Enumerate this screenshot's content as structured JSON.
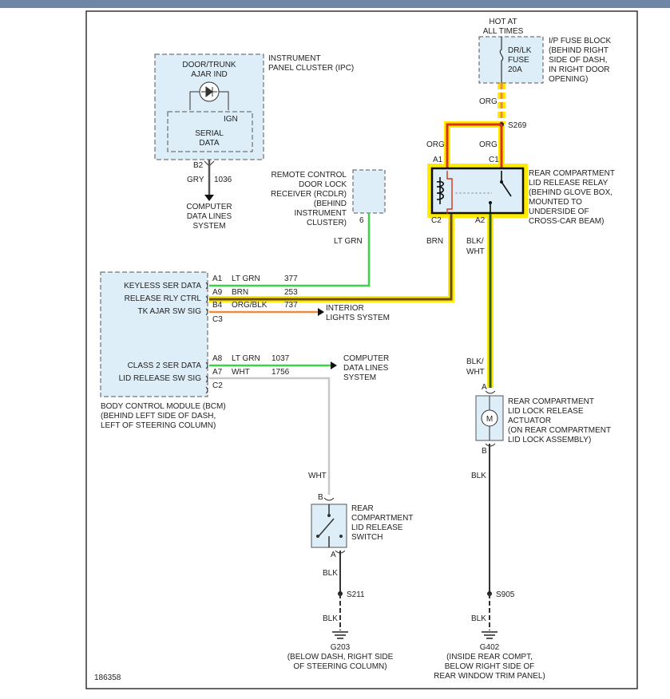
{
  "colors": {
    "highlight": "#ffeb00",
    "wire_orange": "#f08a3c",
    "wire_green": "#3cd24a",
    "wire_brown": "#6b4a1e",
    "wire_blackwhite": "#2d5a1e",
    "wire_gray": "#555555",
    "wire_white": "#c8c8c8",
    "wire_black": "#222222",
    "relay_red": "#d9311c",
    "component_fill": "#ddeef8"
  },
  "hot_at_all_times": [
    "HOT AT",
    "ALL TIMES"
  ],
  "fuse": {
    "label": [
      "DR/LK",
      "FUSE",
      "20A"
    ],
    "location": [
      "I/P FUSE BLOCK",
      "(BEHIND RIGHT",
      "SIDE OF DASH,",
      "IN RIGHT DOOR",
      "OPENING)"
    ]
  },
  "ipc": {
    "title": [
      "INSTRUMENT",
      "PANEL CLUSTER (IPC)"
    ],
    "ind_label": [
      "DOOR/TRUNK",
      "AJAR IND"
    ],
    "ign": "IGN",
    "serial": [
      "SERIAL",
      "DATA"
    ],
    "connector": "B2",
    "wire_color": "GRY",
    "circuit": "1036",
    "dest": [
      "COMPUTER",
      "DATA LINES",
      "SYSTEM"
    ]
  },
  "rcdlr": {
    "label": [
      "REMOTE CONTROL",
      "DOOR LOCK",
      "RECEIVER (RCDLR)",
      "(BEHIND",
      "INSTRUMENT",
      "CLUSTER)"
    ],
    "pin": "6",
    "wire_color": "LT GRN"
  },
  "relay": {
    "label": [
      "REAR COMPARTMENT",
      "LID RELEASE RELAY",
      "(BEHIND GLOVE BOX,",
      "MOUNTED TO",
      "UNDERSIDE OF",
      "CROSS-CAR BEAM)"
    ],
    "pins": {
      "a1": "A1",
      "c1": "C1",
      "c2": "C2",
      "a2": "A2"
    },
    "splice": "S269",
    "fuse_wire": "ORG",
    "a1_wire": "ORG",
    "c1_wire": "ORG",
    "c2_wire": "BRN",
    "a2_wire": [
      "BLK/",
      "WHT"
    ]
  },
  "bcm": {
    "pins": [
      {
        "label": "KEYLESS SER DATA",
        "pin": "A1",
        "wire": "LT GRN",
        "circuit": "377"
      },
      {
        "label": "RELEASE RLY CTRL",
        "pin": "A9",
        "wire": "BRN",
        "circuit": "253"
      },
      {
        "label": "TK AJAR SW SIG",
        "pin": "B4",
        "wire": "ORG/BLK",
        "circuit": "737"
      },
      {
        "label": "",
        "pin": "C3",
        "wire": "",
        "circuit": ""
      },
      {
        "label": "CLASS 2 SER DATA",
        "pin": "A8",
        "wire": "LT GRN",
        "circuit": "1037"
      },
      {
        "label": "LID RELEASE SW SIG",
        "pin": "A7",
        "wire": "WHT",
        "circuit": "1756"
      },
      {
        "label": "",
        "pin": "C2",
        "wire": "",
        "circuit": ""
      }
    ],
    "title": [
      "BODY CONTROL MODULE (BCM)",
      "(BEHIND LEFT SIDE OF DASH,",
      "LEFT OF STEERING COLUMN)"
    ],
    "interior_dest": [
      "INTERIOR",
      "LIGHTS SYSTEM"
    ],
    "computer_dest": [
      "COMPUTER",
      "DATA LINES",
      "SYSTEM"
    ]
  },
  "actuator": {
    "pins": {
      "a": "A",
      "b": "B"
    },
    "a_wire": [
      "BLK/",
      "WHT"
    ],
    "motor": "M",
    "label": [
      "REAR COMPARTMENT",
      "LID LOCK RELEASE",
      "ACTUATOR",
      "(ON REAR COMPARTMENT",
      "LID LOCK ASSEMBLY)"
    ],
    "b_wire": "BLK",
    "splice": "S905",
    "ground_wire": "BLK",
    "ground": "G402",
    "ground_location": [
      "(INSIDE REAR COMPT,",
      "BELOW RIGHT SIDE OF",
      "REAR WINDOW TRIM PANEL)"
    ]
  },
  "switch": {
    "pins": {
      "a": "A",
      "b": "B"
    },
    "b_wire": "WHT",
    "label": [
      "REAR",
      "COMPARTMENT",
      "LID RELEASE",
      "SWITCH"
    ],
    "a_wire": "BLK",
    "splice": "S211",
    "ground_wire": "BLK",
    "ground": "G203",
    "ground_location": [
      "(BELOW DASH, RIGHT SIDE",
      "OF STEERING COLUMN)"
    ]
  },
  "diagram_id": "186358"
}
